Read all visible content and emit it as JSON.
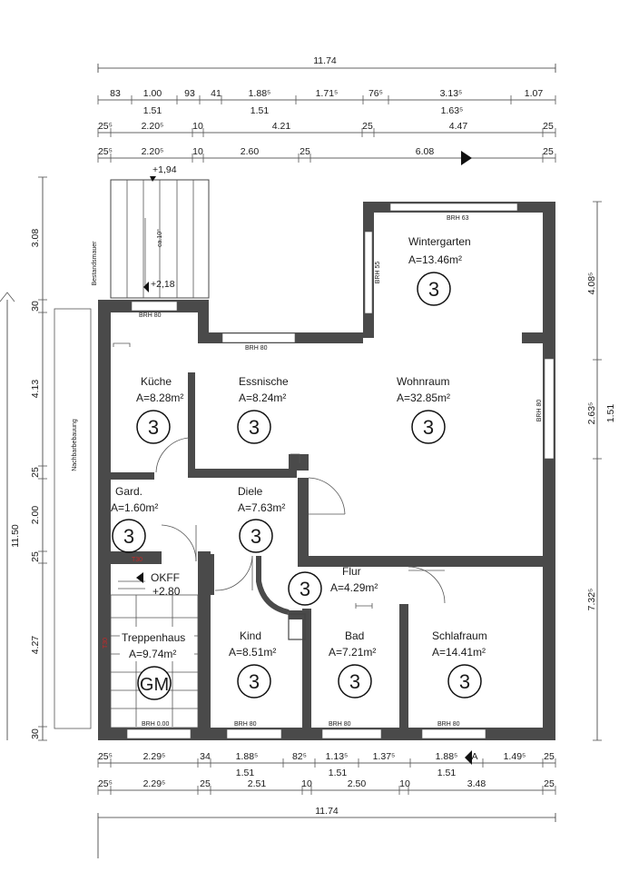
{
  "dims_top": {
    "overall": "11.74",
    "row1": [
      "83",
      "1.00",
      "93",
      "41",
      "1.88⁵",
      "1.71⁵",
      "76⁵",
      "3.13⁵",
      "1.07"
    ],
    "row1b": [
      "1.51",
      "1.51",
      "1.63⁵"
    ],
    "row2": [
      "25⁵",
      "2.20⁵",
      "10",
      "4.21",
      "25",
      "4.47",
      "25"
    ],
    "row3": [
      "25⁵",
      "2.20⁵",
      "10",
      "2.60",
      "25",
      "6.08",
      "25"
    ]
  },
  "dims_bottom": {
    "row1": [
      "25⁵",
      "2.29⁵",
      "34",
      "1.88⁵",
      "82⁵",
      "1.13⁵",
      "1.37⁵",
      "1.88⁵",
      "A",
      "1.49⁵",
      "25"
    ],
    "row1b": [
      "1.51",
      "1.51",
      "1.51"
    ],
    "row2": [
      "25⁵",
      "2.29⁵",
      "25",
      "2.51",
      "10",
      "2.50",
      "10",
      "3.48",
      "25"
    ],
    "overall": "11.74"
  },
  "dims_left": {
    "overall": "11.50",
    "segments": [
      "3.08",
      "30",
      "4.13",
      "25",
      "2.00",
      "25",
      "4.27",
      "30"
    ],
    "side_labels": [
      "Bestandsmauer",
      "Nachbarbebauung"
    ]
  },
  "dims_right": {
    "segments": [
      "4.08⁵",
      "2.63⁵",
      "7.32⁵"
    ],
    "inner": [
      "1.51"
    ]
  },
  "levels": {
    "top": "+1,94",
    "top_mid": "+2,18",
    "okff_label": "OKFF",
    "okff_value": "+2.80",
    "ramp": "ca.10°"
  },
  "rooms": [
    {
      "name": "Wintergarten",
      "area": "A=13.46m²",
      "tag": "3"
    },
    {
      "name": "Küche",
      "area": "A=8.28m²",
      "tag": "3"
    },
    {
      "name": "Essnische",
      "area": "A=8.24m²",
      "tag": "3"
    },
    {
      "name": "Wohnraum",
      "area": "A=32.85m²",
      "tag": "3"
    },
    {
      "name": "Gard.",
      "area": "A=1.60m²",
      "tag": "3"
    },
    {
      "name": "Diele",
      "area": "A=7.63m²",
      "tag": "3"
    },
    {
      "name": "Flur",
      "area": "A=4.29m²",
      "tag": "3"
    },
    {
      "name": "Treppenhaus",
      "area": "A=9.74m²",
      "tag": "GM"
    },
    {
      "name": "Kind",
      "area": "A=8.51m²",
      "tag": "3"
    },
    {
      "name": "Bad",
      "area": "A=7.21m²",
      "tag": "3"
    },
    {
      "name": "Schlafraum",
      "area": "A=14.41m²",
      "tag": "3"
    }
  ],
  "windows": {
    "brh_63": "BRH 63",
    "brh_55": "BRH 55",
    "brh_80": "BRH 80",
    "brh_000": "BRH 0.00"
  },
  "red_marks": [
    "T30",
    "T30"
  ],
  "colors": {
    "wall": "#4a4a4a",
    "red_mark": "#c62828"
  }
}
